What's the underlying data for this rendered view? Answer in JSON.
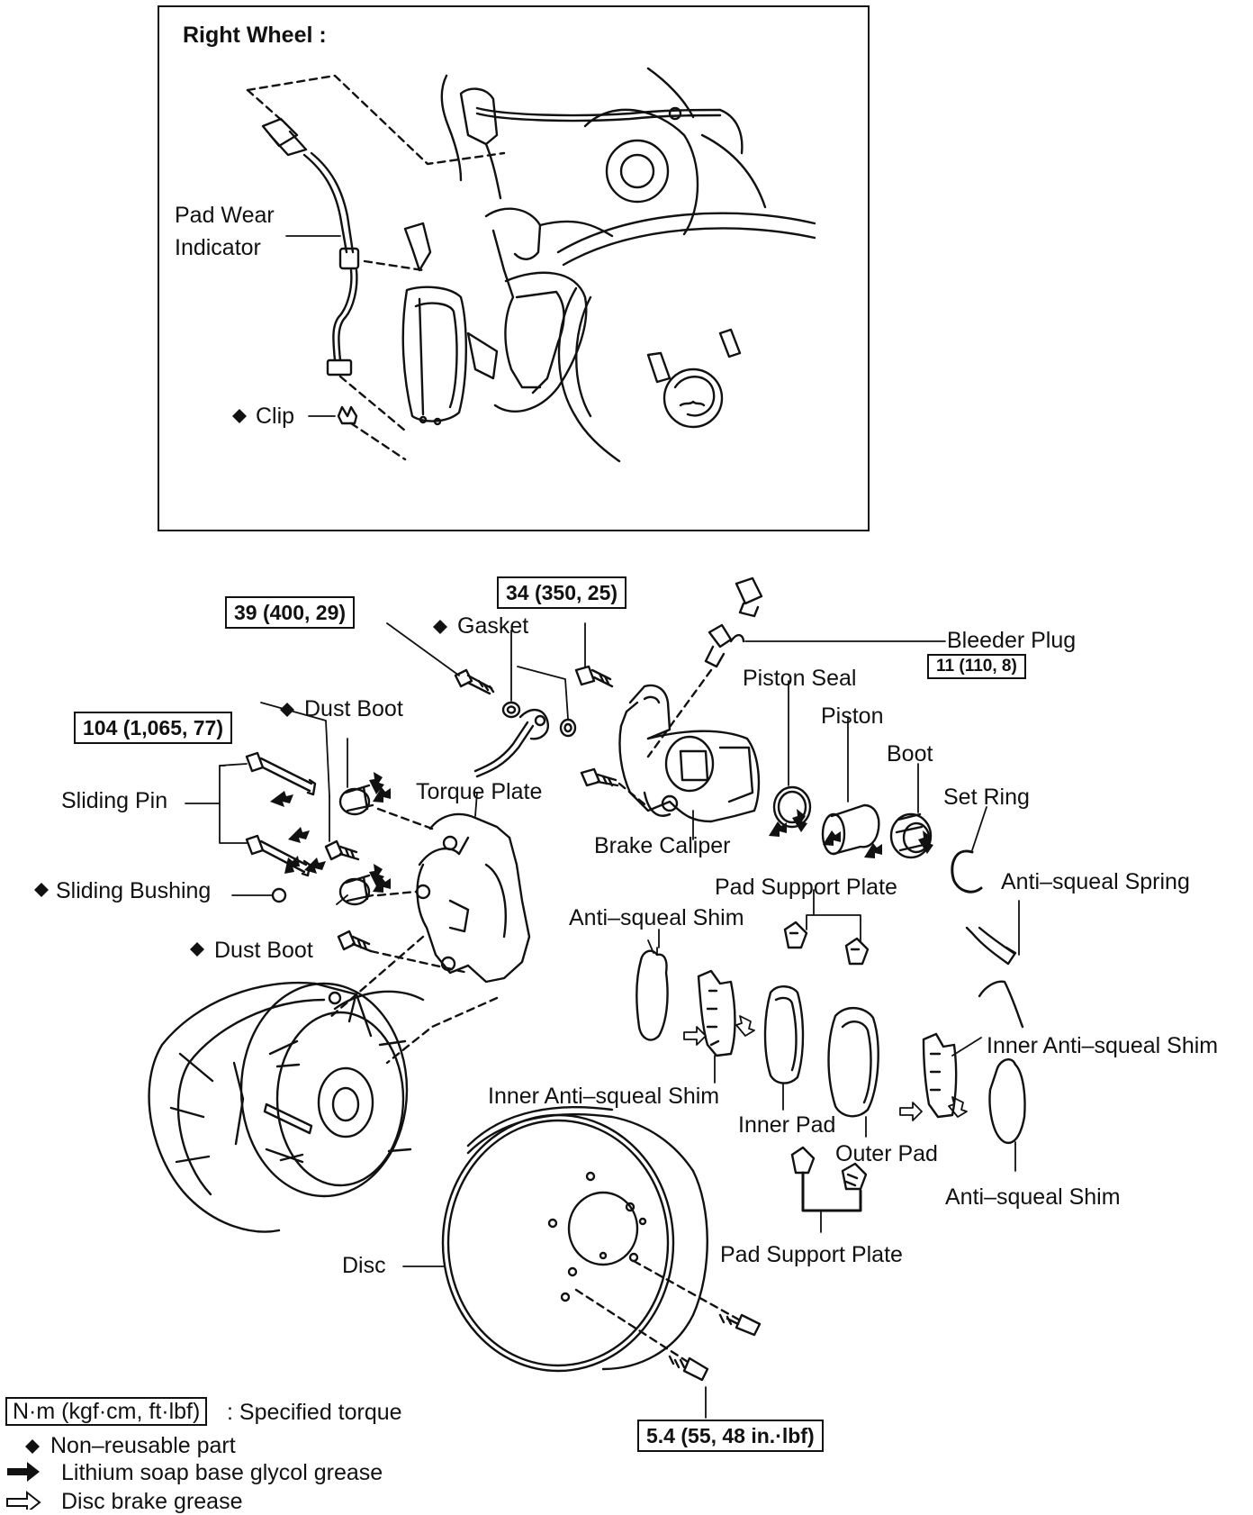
{
  "inset": {
    "title": "Right Wheel :",
    "pad_wear_indicator": [
      "Pad Wear",
      "Indicator"
    ],
    "clip": "Clip"
  },
  "torque_boxes": {
    "t39": "39 (400, 29)",
    "t34": "34 (350, 25)",
    "t104": "104 (1,065, 77)",
    "t11": "11 (110, 8)",
    "t54": "5.4 (55, 48 in.·lbf)"
  },
  "parts": {
    "gasket": "Gasket",
    "bleeder_plug": "Bleeder Plug",
    "piston_seal": "Piston Seal",
    "piston": "Piston",
    "boot": "Boot",
    "set_ring": "Set Ring",
    "dust_boot_upper": "Dust Boot",
    "dust_boot_lower": "Dust Boot",
    "sliding_pin": "Sliding Pin",
    "torque_plate": "Torque Plate",
    "brake_caliper": "Brake Caliper",
    "sliding_bushing": "Sliding Bushing",
    "pad_support_plate_upper": "Pad Support Plate",
    "anti_squeal_spring": "Anti–squeal Spring",
    "anti_squeal_shim_left": "Anti–squeal Shim",
    "inner_anti_squeal_shim_left": "Inner Anti–squeal Shim",
    "inner_anti_squeal_shim_right": "Inner Anti–squeal Shim",
    "inner_pad": "Inner Pad",
    "outer_pad": "Outer Pad",
    "anti_squeal_shim_right": "Anti–squeal Shim",
    "pad_support_plate_lower": "Pad Support Plate",
    "disc": "Disc"
  },
  "legend": {
    "torque_unit": "N·m (kgf·cm, ft·lbf)",
    "torque_text": ": Specified torque",
    "non_reusable": "Non–reusable part",
    "lithium": "Lithium soap base glycol grease",
    "disc_grease": "Disc brake grease"
  },
  "icons": {
    "non_reusable": "diamond-icon",
    "lithium": "solid-arrow-icon",
    "disc_grease": "hollow-arrow-icon"
  },
  "colors": {
    "ink": "#111111",
    "paper": "#ffffff"
  }
}
